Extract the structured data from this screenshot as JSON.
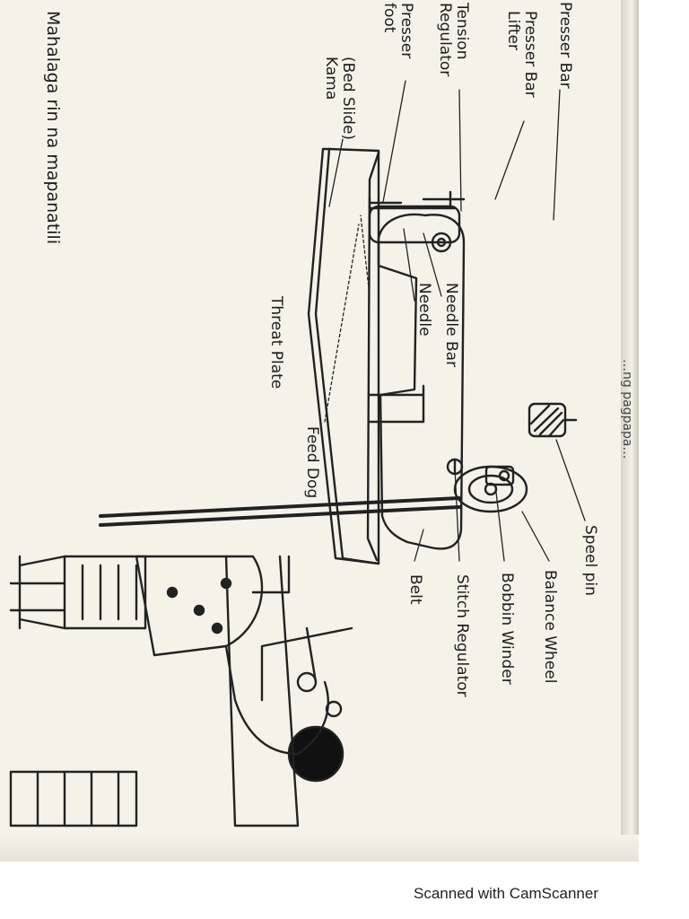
{
  "labels": {
    "presser_bar": "Presser Bar",
    "presser_bar_lifter": "Presser Bar\nLifter",
    "tension_regulator": "Tension\nRegulator",
    "presser_foot": "Presser\nfoot",
    "bed_slide": "(Bed Slide)\nKama",
    "needle_bar": "Needle Bar",
    "needle": "Needle",
    "threat_plate": "Threat Plate",
    "feed_dog": "Feed Dog",
    "speel_pin": "Speel pin",
    "balance_wheel": "Balance Wheel",
    "bobbin_winder": "Bobbin Winder",
    "stitch_regulator": "Stitch Regulator",
    "belt": "Belt"
  },
  "bottom_text": "Mahalaga rin na mapanatili",
  "top_text": "…ng pagpapa…",
  "watermark": "Scanned with CamScanner"
}
